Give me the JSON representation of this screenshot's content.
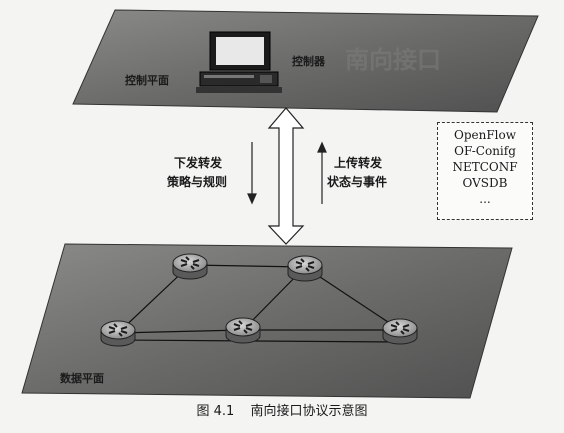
{
  "control_plane": {
    "label": "控制平面",
    "controller_label": "控制器"
  },
  "data_plane": {
    "label": "数据平面"
  },
  "downlink": {
    "line1": "下发转发",
    "line2": "策略与规则"
  },
  "uplink": {
    "line1": "上传转发",
    "line2": "状态与事件"
  },
  "protocols": [
    "OpenFlow",
    "OF-Conifg",
    "NETCONF",
    "OVSDB",
    "..."
  ],
  "caption": {
    "number": "图 4.1",
    "title": "南向接口协议示意图"
  },
  "colors": {
    "plane_fill": "#6e6e6e",
    "plane_dark": "#4a4a4a",
    "router_fill": "#8a8a8a",
    "arrow_fill": "#ffffff"
  },
  "icons": [
    "controller-computer-icon",
    "router-icon",
    "double-arrow-icon"
  ]
}
